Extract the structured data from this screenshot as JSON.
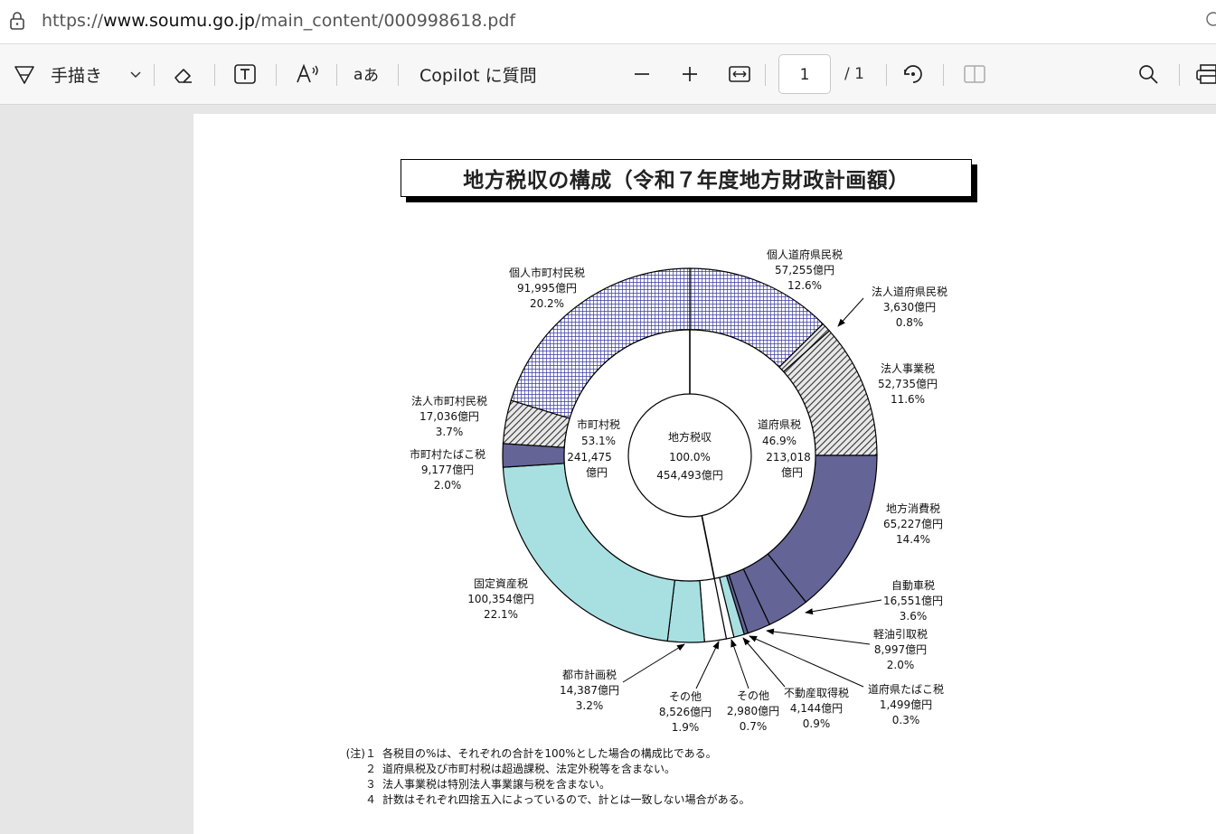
{
  "browser": {
    "url_prefix": "https://",
    "url_host": "www.soumu.go.jp",
    "url_path": "/main_content/000998618.pdf"
  },
  "toolbar": {
    "draw_label": "手描き",
    "copilot_label": "Copilot に質問",
    "page_current": "1",
    "page_total": "/ 1"
  },
  "document": {
    "title": "地方税収の構成（令和７年度地方財政計画額）",
    "notes": [
      {
        "prefix": "(注)１",
        "text": "各税目の%は、それぞれの合計を100%とした場合の構成比である。"
      },
      {
        "prefix": "２",
        "text": "道府県税及び市町村税は超過課税、法定外税等を含まない。"
      },
      {
        "prefix": "３",
        "text": "法人事業税は特別法人事業譲与税を含まない。"
      },
      {
        "prefix": "４",
        "text": "計数はそれぞれ四捨五入によっているので、計とは一致しない場合がある。"
      }
    ]
  },
  "chart_data": {
    "type": "pie",
    "center": {
      "name": "地方税収",
      "pct": "100.0%",
      "amount": "454,493億円"
    },
    "groups": [
      {
        "name": "道府県税",
        "pct": "46.9%",
        "amount": "213,018億円",
        "value": 213018
      },
      {
        "name": "市町村税",
        "pct": "53.1%",
        "amount": "241,475億円",
        "value": 241475
      }
    ],
    "slices": [
      {
        "name": "個人道府県民税",
        "amount": "57,255億円",
        "pct": "12.6%",
        "value": 57255,
        "pattern": "cross",
        "color": "#3a3aa0"
      },
      {
        "name": "法人道府県民税",
        "amount": "3,630億円",
        "pct": "0.8%",
        "value": 3630,
        "pattern": "hatch",
        "color": "#555555"
      },
      {
        "name": "法人事業税",
        "amount": "52,735億円",
        "pct": "11.6%",
        "value": 52735,
        "pattern": "hatch",
        "color": "#555555"
      },
      {
        "name": "地方消費税",
        "amount": "65,227億円",
        "pct": "14.4%",
        "value": 65227,
        "pattern": "solid",
        "color": "#646496"
      },
      {
        "name": "自動車税",
        "amount": "16,551億円",
        "pct": "3.6%",
        "value": 16551,
        "pattern": "solid",
        "color": "#646496"
      },
      {
        "name": "軽油引取税",
        "amount": "8,997億円",
        "pct": "2.0%",
        "value": 8997,
        "pattern": "solid",
        "color": "#646496"
      },
      {
        "name": "道府県たばこ税",
        "amount": "1,499億円",
        "pct": "0.3%",
        "value": 1499,
        "pattern": "solid",
        "color": "#646496"
      },
      {
        "name": "不動産取得税",
        "amount": "4,144億円",
        "pct": "0.9%",
        "value": 4144,
        "pattern": "solid",
        "color": "#a8e0e2"
      },
      {
        "name": "その他",
        "amount": "2,980億円",
        "pct": "0.7%",
        "value": 2980,
        "pattern": "solid",
        "color": "#ffffff"
      },
      {
        "name": "その他",
        "amount": "8,526億円",
        "pct": "1.9%",
        "value": 8526,
        "pattern": "solid",
        "color": "#ffffff"
      },
      {
        "name": "都市計画税",
        "amount": "14,387億円",
        "pct": "3.2%",
        "value": 14387,
        "pattern": "solid",
        "color": "#a8e0e2"
      },
      {
        "name": "固定資産税",
        "amount": "100,354億円",
        "pct": "22.1%",
        "value": 100354,
        "pattern": "solid",
        "color": "#a8e0e2"
      },
      {
        "name": "市町村たばこ税",
        "amount": "9,177億円",
        "pct": "2.0%",
        "value": 9177,
        "pattern": "solid",
        "color": "#646496"
      },
      {
        "name": "法人市町村民税",
        "amount": "17,036億円",
        "pct": "3.7%",
        "value": 17036,
        "pattern": "hatch",
        "color": "#555555"
      },
      {
        "name": "個人市町村民税",
        "amount": "91,995億円",
        "pct": "20.2%",
        "value": 91995,
        "pattern": "cross",
        "color": "#3a3aa0"
      }
    ]
  }
}
